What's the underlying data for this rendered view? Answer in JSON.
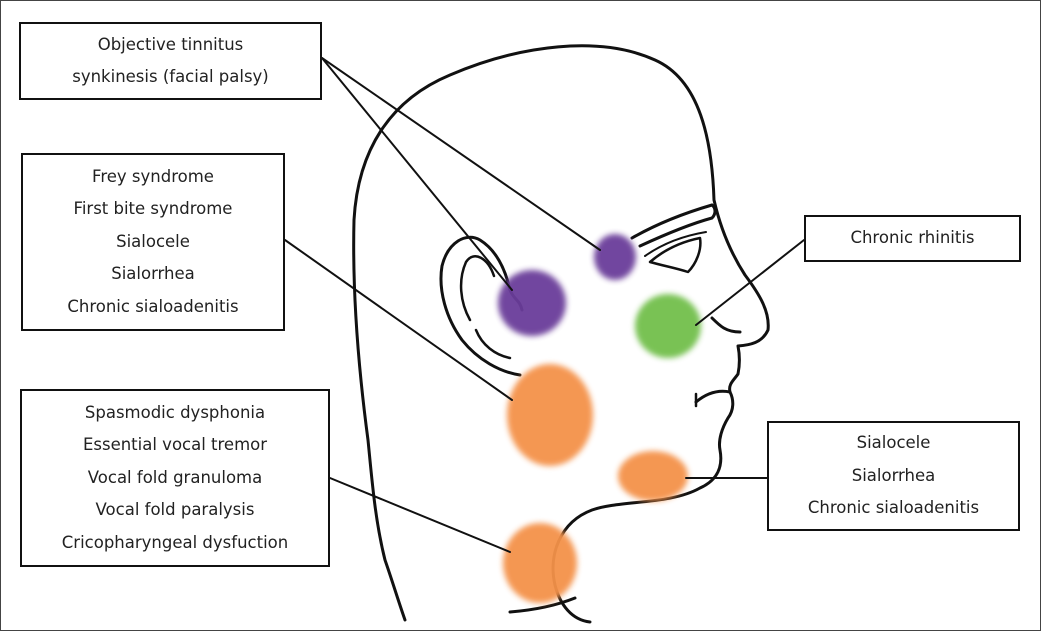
{
  "boxes": {
    "tinnitus": {
      "lines": [
        "Objective tinnitus",
        "synkinesis (facial palsy)"
      ]
    },
    "parotid": {
      "lines": [
        "Frey syndrome",
        "First bite syndrome",
        "Sialocele",
        "Sialorrhea",
        "Chronic sialoadenitis"
      ]
    },
    "laryngeal": {
      "lines": [
        "Spasmodic dysphonia",
        "Essential vocal tremor",
        "Vocal fold granuloma",
        "Vocal fold paralysis",
        "Cricopharyngeal dysfuction"
      ]
    },
    "rhinitis": {
      "lines": [
        "Chronic rhinitis"
      ]
    },
    "submandibular": {
      "lines": [
        "Sialocele",
        "Sialorrhea",
        "Chronic sialoadenitis"
      ]
    }
  },
  "colors": {
    "purple": "#6a3d9a",
    "green": "#72bf4c",
    "orange": "#f4924a",
    "outline": "#111111"
  }
}
